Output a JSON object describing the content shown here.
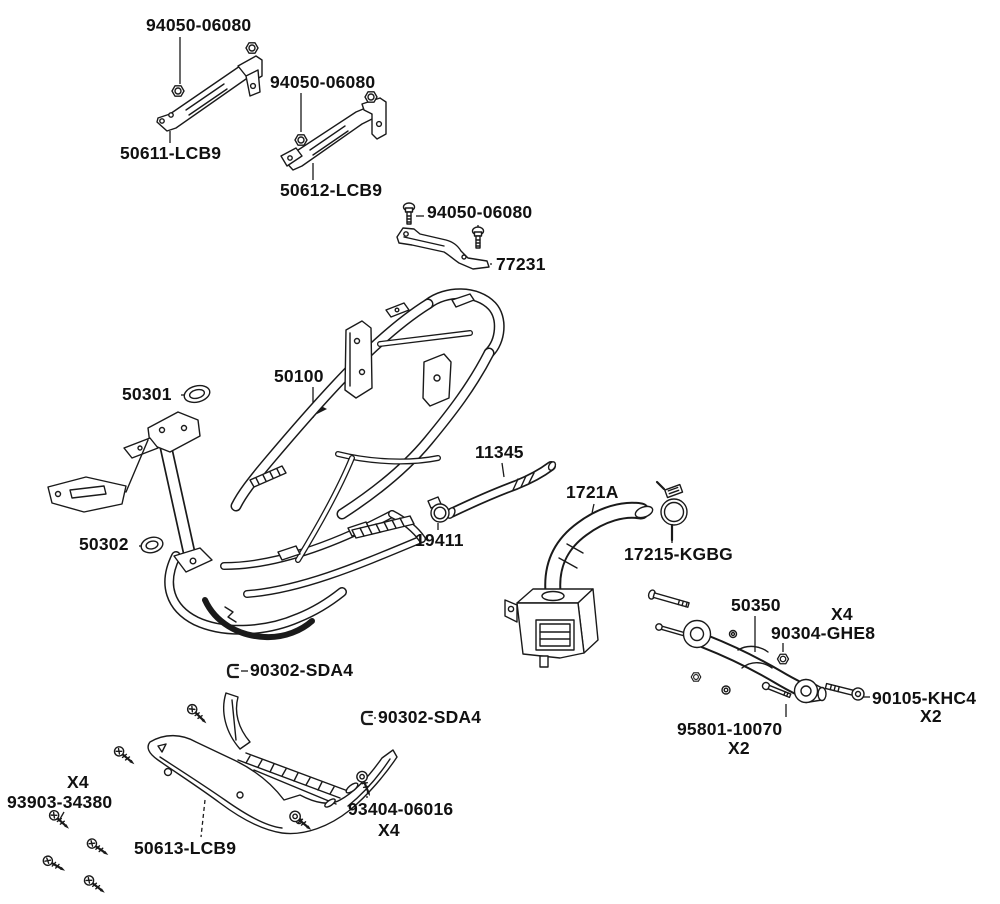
{
  "diagram": {
    "kind": "exploded-parts-diagram",
    "subject": "scooter frame body assembly",
    "background_color": "#ffffff",
    "line_color": "#1a1a1a"
  },
  "callouts": [
    {
      "id": "nut-top-left",
      "text": "94050-06080"
    },
    {
      "id": "bracket-left",
      "text": "50611-LCB9"
    },
    {
      "id": "nut-top-mid",
      "text": "94050-06080"
    },
    {
      "id": "bracket-mid",
      "text": "50612-LCB9"
    },
    {
      "id": "bolt-top-right",
      "text": "94050-06080"
    },
    {
      "id": "bracket-rear",
      "text": "77231"
    },
    {
      "id": "grommet-upper",
      "text": "50301"
    },
    {
      "id": "frame-body",
      "text": "50100"
    },
    {
      "id": "breather-pipe",
      "text": "11345"
    },
    {
      "id": "air-duct",
      "text": "1721A"
    },
    {
      "id": "pipe-clamp",
      "text": "19411"
    },
    {
      "id": "duct-clamp",
      "text": "17215-KGBG"
    },
    {
      "id": "grommet-lower",
      "text": "50302"
    },
    {
      "id": "engine-hanger",
      "text": "50350"
    },
    {
      "id": "hanger-nut-qty",
      "text": "X4"
    },
    {
      "id": "hanger-nut",
      "text": "90304-GHE8"
    },
    {
      "id": "hanger-bolt",
      "text": "90105-KHC4"
    },
    {
      "id": "hanger-bolt-qty",
      "text": "X2"
    },
    {
      "id": "link-bolt",
      "text": "95801-10070"
    },
    {
      "id": "link-bolt-qty",
      "text": "X2"
    },
    {
      "id": "clip-upper",
      "text": "90302-SDA4"
    },
    {
      "id": "clip-lower",
      "text": "90302-SDA4"
    },
    {
      "id": "tap-screw-qty",
      "text": "X4"
    },
    {
      "id": "tap-screw",
      "text": "93903-34380"
    },
    {
      "id": "under-cover",
      "text": "50613-LCB9"
    },
    {
      "id": "flange-screw",
      "text": "93404-06016"
    },
    {
      "id": "flange-screw-qty",
      "text": "X4"
    }
  ]
}
